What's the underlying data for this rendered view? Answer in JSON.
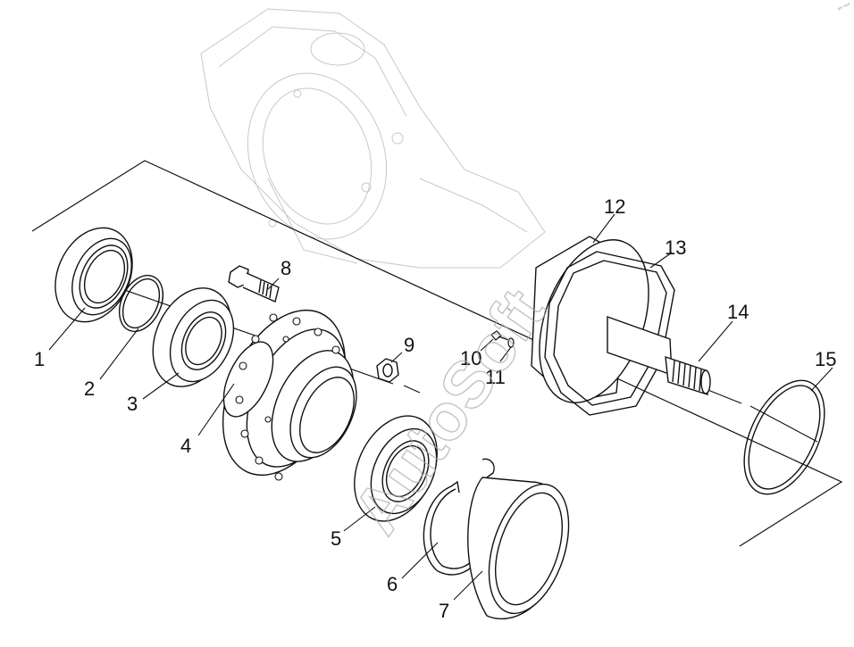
{
  "watermark": "AutoSoft",
  "corner_mark": "ᵍᵐ ʷᵉᵈ",
  "callouts": [
    {
      "id": "1",
      "label": "1"
    },
    {
      "id": "2",
      "label": "2"
    },
    {
      "id": "3",
      "label": "3"
    },
    {
      "id": "4",
      "label": "4"
    },
    {
      "id": "5",
      "label": "5"
    },
    {
      "id": "6",
      "label": "6"
    },
    {
      "id": "7",
      "label": "7"
    },
    {
      "id": "8",
      "label": "8"
    },
    {
      "id": "9",
      "label": "9"
    },
    {
      "id": "10",
      "label": "10"
    },
    {
      "id": "11",
      "label": "11"
    },
    {
      "id": "12",
      "label": "12"
    },
    {
      "id": "13",
      "label": "13"
    },
    {
      "id": "14",
      "label": "14"
    },
    {
      "id": "15",
      "label": "15"
    }
  ],
  "colors": {
    "line": "#111111",
    "ghost": "#c8c8c8",
    "watermark": "#aaaaaa"
  }
}
